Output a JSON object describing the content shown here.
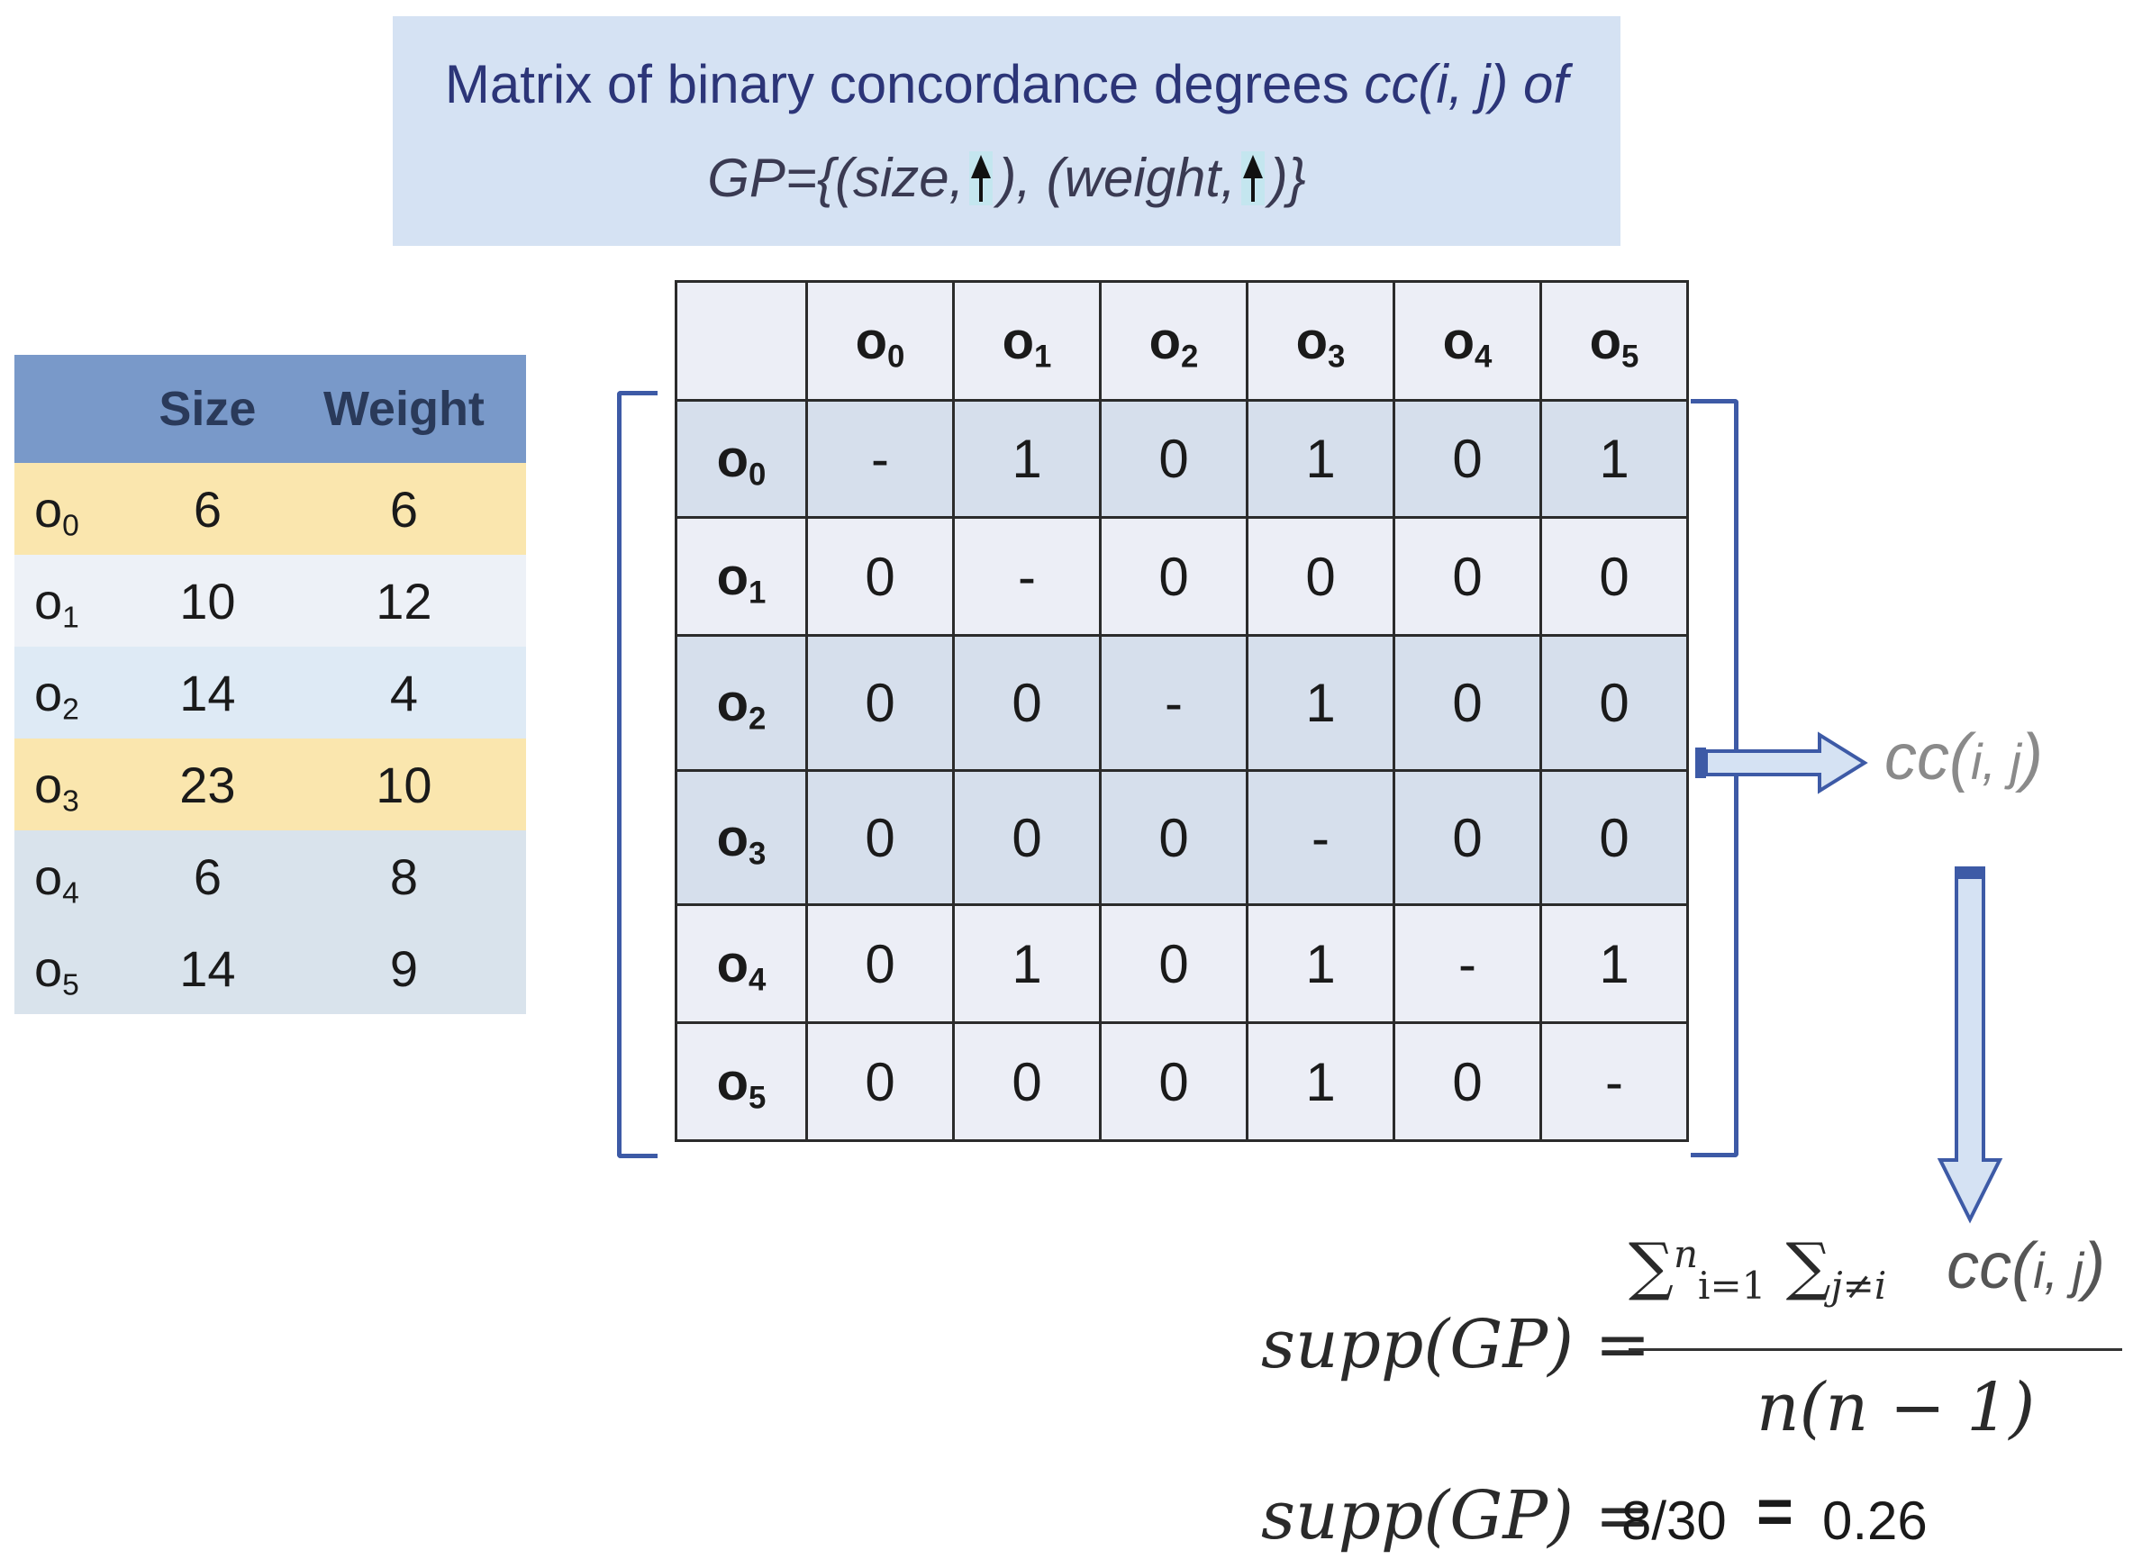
{
  "title": {
    "line1_plain": "Matrix of binary concordance degrees ",
    "line1_italic": "cc(i, j) of",
    "line2_a": "GP={(size, ",
    "line2_b": "), (weight, ",
    "line2_c": ")}",
    "arrow_icon": "up-arrow-icon"
  },
  "attribute_table": {
    "headers": [
      "",
      "Size",
      "Weight"
    ],
    "rows": [
      {
        "label": "o",
        "sub": "0",
        "size": "6",
        "weight": "6"
      },
      {
        "label": "o",
        "sub": "1",
        "size": "10",
        "weight": "12"
      },
      {
        "label": "o",
        "sub": "2",
        "size": "14",
        "weight": "4"
      },
      {
        "label": "o",
        "sub": "3",
        "size": "23",
        "weight": "10"
      },
      {
        "label": "o",
        "sub": "4",
        "size": "6",
        "weight": "8"
      },
      {
        "label": "o",
        "sub": "5",
        "size": "14",
        "weight": "9"
      }
    ]
  },
  "matrix": {
    "col_headers": [
      {
        "label": "o",
        "sub": "0"
      },
      {
        "label": "o",
        "sub": "1"
      },
      {
        "label": "o",
        "sub": "2"
      },
      {
        "label": "o",
        "sub": "3"
      },
      {
        "label": "o",
        "sub": "4"
      },
      {
        "label": "o",
        "sub": "5"
      }
    ],
    "rows": [
      {
        "label": "o",
        "sub": "0",
        "cells": [
          "-",
          "1",
          "0",
          "1",
          "0",
          "1"
        ]
      },
      {
        "label": "o",
        "sub": "1",
        "cells": [
          "0",
          "-",
          "0",
          "0",
          "0",
          "0"
        ]
      },
      {
        "label": "o",
        "sub": "2",
        "cells": [
          "0",
          "0",
          "-",
          "1",
          "0",
          "0"
        ]
      },
      {
        "label": "o",
        "sub": "3",
        "cells": [
          "0",
          "0",
          "0",
          "-",
          "0",
          "0"
        ]
      },
      {
        "label": "o",
        "sub": "4",
        "cells": [
          "0",
          "1",
          "0",
          "1",
          "-",
          "1"
        ]
      },
      {
        "label": "o",
        "sub": "5",
        "cells": [
          "0",
          "0",
          "0",
          "1",
          "0",
          "-"
        ]
      }
    ]
  },
  "cc_label": {
    "main": "cc(",
    "args": "i, j",
    "close": ")"
  },
  "formula1": {
    "lhs": "supp(GP) =",
    "sum1": "∑",
    "sum1_sup": "n",
    "sum1_sub": "i=1",
    "sum2": "∑",
    "sum2_sub": "j≠i",
    "cc_main": "cc(",
    "cc_args": "i, j",
    "cc_close": ")",
    "denominator": "n(n − 1)"
  },
  "formula2": {
    "lhs": "supp(GP) =",
    "fraction": "8/30",
    "equals": "=",
    "result": "0.26"
  },
  "colors": {
    "title_bg": "#d5e2f3",
    "title_text": "#2c3578",
    "table_header": "#7999c9",
    "row_highlight": "#fae6ae",
    "matrix_dark": "#d6dfec",
    "matrix_light": "#eceef6",
    "bracket_arrow": "#3d5aa6"
  }
}
